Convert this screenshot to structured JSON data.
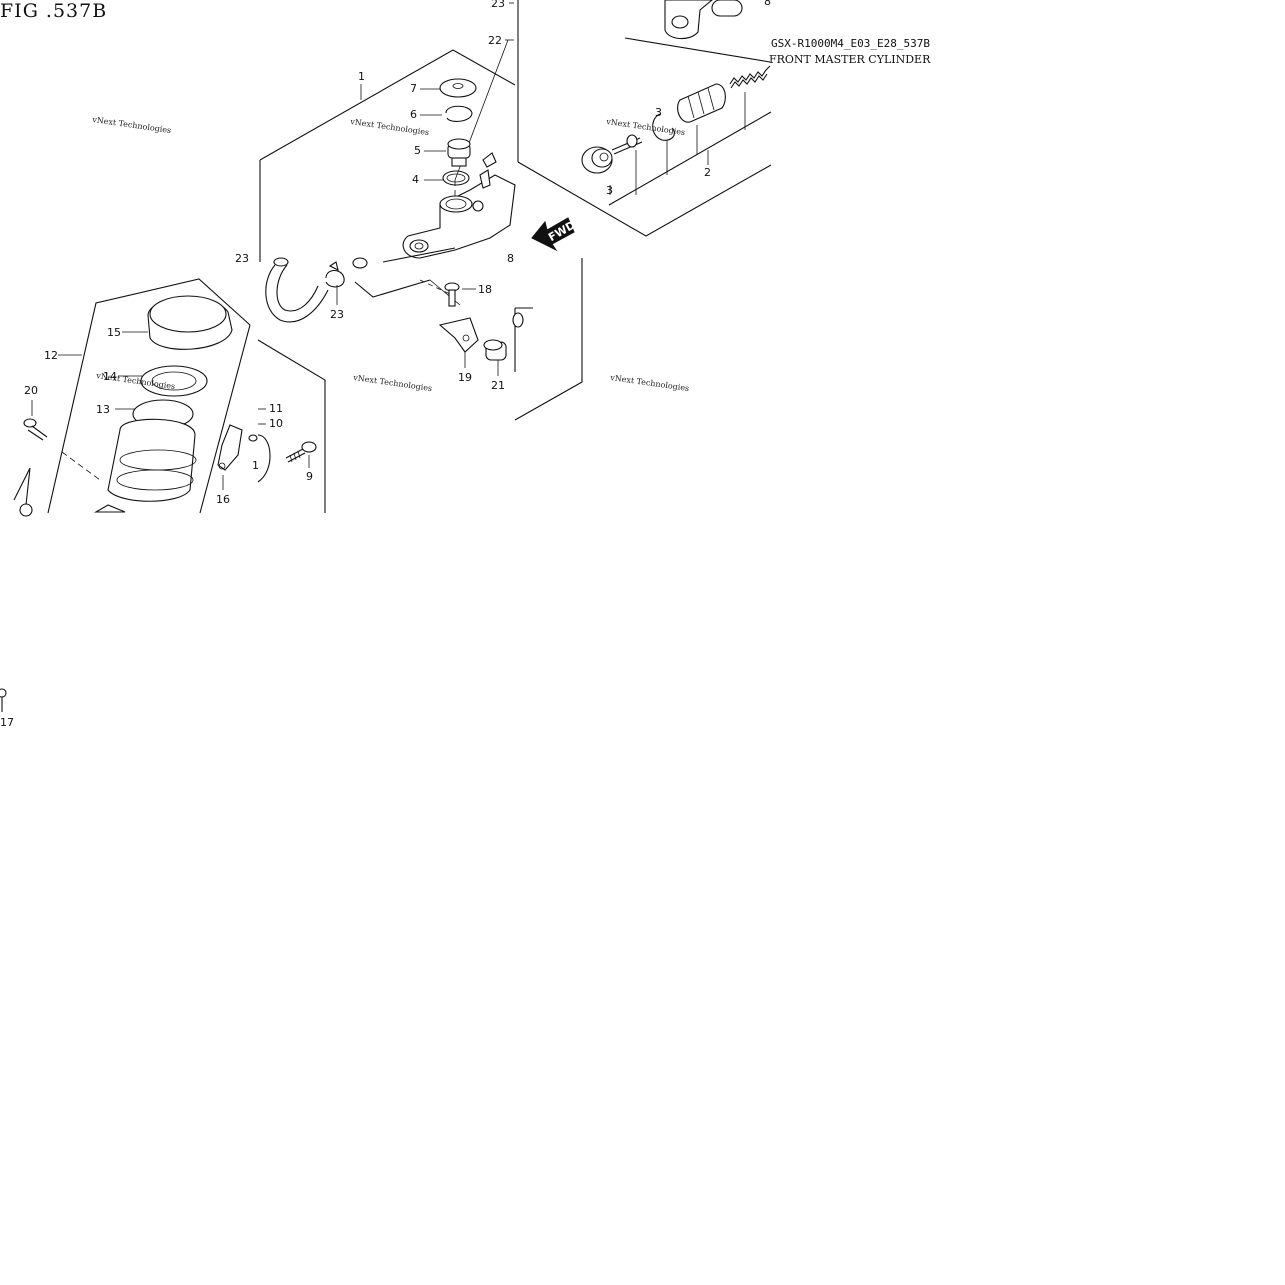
{
  "figure": {
    "title": "FIG .537B",
    "code": "GSX-R1000M4_E03_E28_537B",
    "name": "FRONT MASTER CYLINDER"
  },
  "direction_marker": "FWD",
  "watermark": "vNext Technologies",
  "callouts": {
    "c1": "1",
    "c2": "2",
    "c3": "3",
    "c4": "4",
    "c5": "5",
    "c6": "6",
    "c7": "7",
    "c8": "8",
    "c8b": "8",
    "c9": "9",
    "c10": "10",
    "c11": "11",
    "c12": "12",
    "c13": "13",
    "c14": "14",
    "c15": "15",
    "c16": "16",
    "c17": "17",
    "c18": "18",
    "c19": "19",
    "c20": "20",
    "c21": "21",
    "c22": "22",
    "c23a": "23",
    "c23b": "23",
    "c23c": "23",
    "c3b": "3",
    "c1b": "1"
  }
}
